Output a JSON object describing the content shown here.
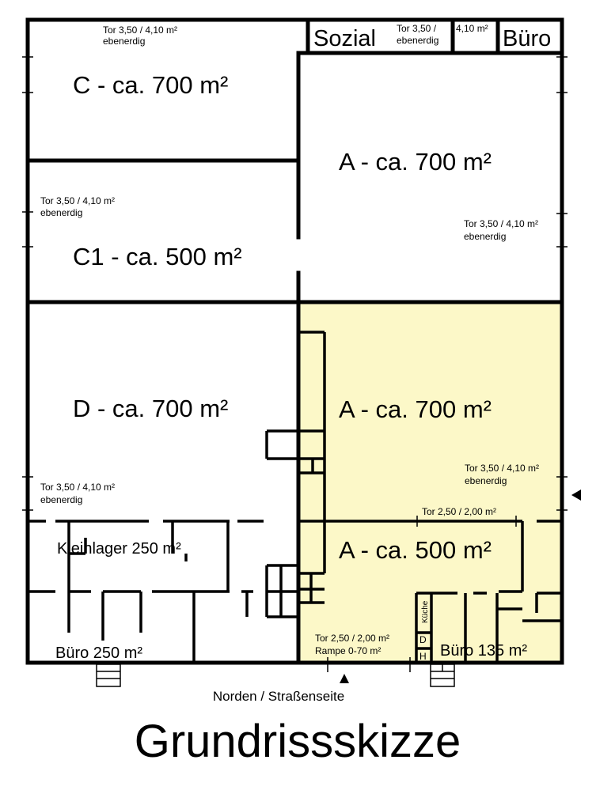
{
  "colors": {
    "highlight": "#fcf8c8",
    "wall": "#000000",
    "background": "#ffffff"
  },
  "rooms": {
    "c": "C - ca. 700 m²",
    "c1": "C1 - ca. 500 m²",
    "a_top": "A - ca. 700 m²",
    "a_mid": "A - ca. 700 m²",
    "a_bottom": "A - ca. 500 m²",
    "d": "D - ca. 700 m²",
    "sozial": "Sozial",
    "buero_top": "Büro",
    "kleinlager": "Kleinlager 250 m²",
    "buero_250": "Büro 250 m²",
    "buero_135": "Büro 135 m²",
    "kueche": "Küche",
    "d_small": "D",
    "h_small": "H"
  },
  "gates": {
    "c_tor": "Tor 3,50 / 4,10 m²",
    "c_level": "ebenerdig",
    "sozial_tor_a": "Tor 3,50 /",
    "sozial_tor_b": "4,10 m²",
    "sozial_level": "ebenerdig",
    "c1_tor": "Tor 3,50 / 4,10 m²",
    "c1_level": "ebenerdig",
    "a_top_tor": "Tor 3,50 / 4,10 m²",
    "a_top_level": "ebenerdig",
    "a_mid_tor": "Tor 3,50 / 4,10 m²",
    "a_mid_level": "ebenerdig",
    "d_tor": "Tor 3,50 / 4,10 m²",
    "d_level": "ebenerdig",
    "a_inner_tor": "Tor 2,50 / 2,00 m²",
    "bottom_tor": "Tor 2,50 / 2,00 m²",
    "bottom_rampe": "Rampe 0-70 m²"
  },
  "orientation": "Norden / Straßenseite",
  "title": "Grundrissskizze"
}
